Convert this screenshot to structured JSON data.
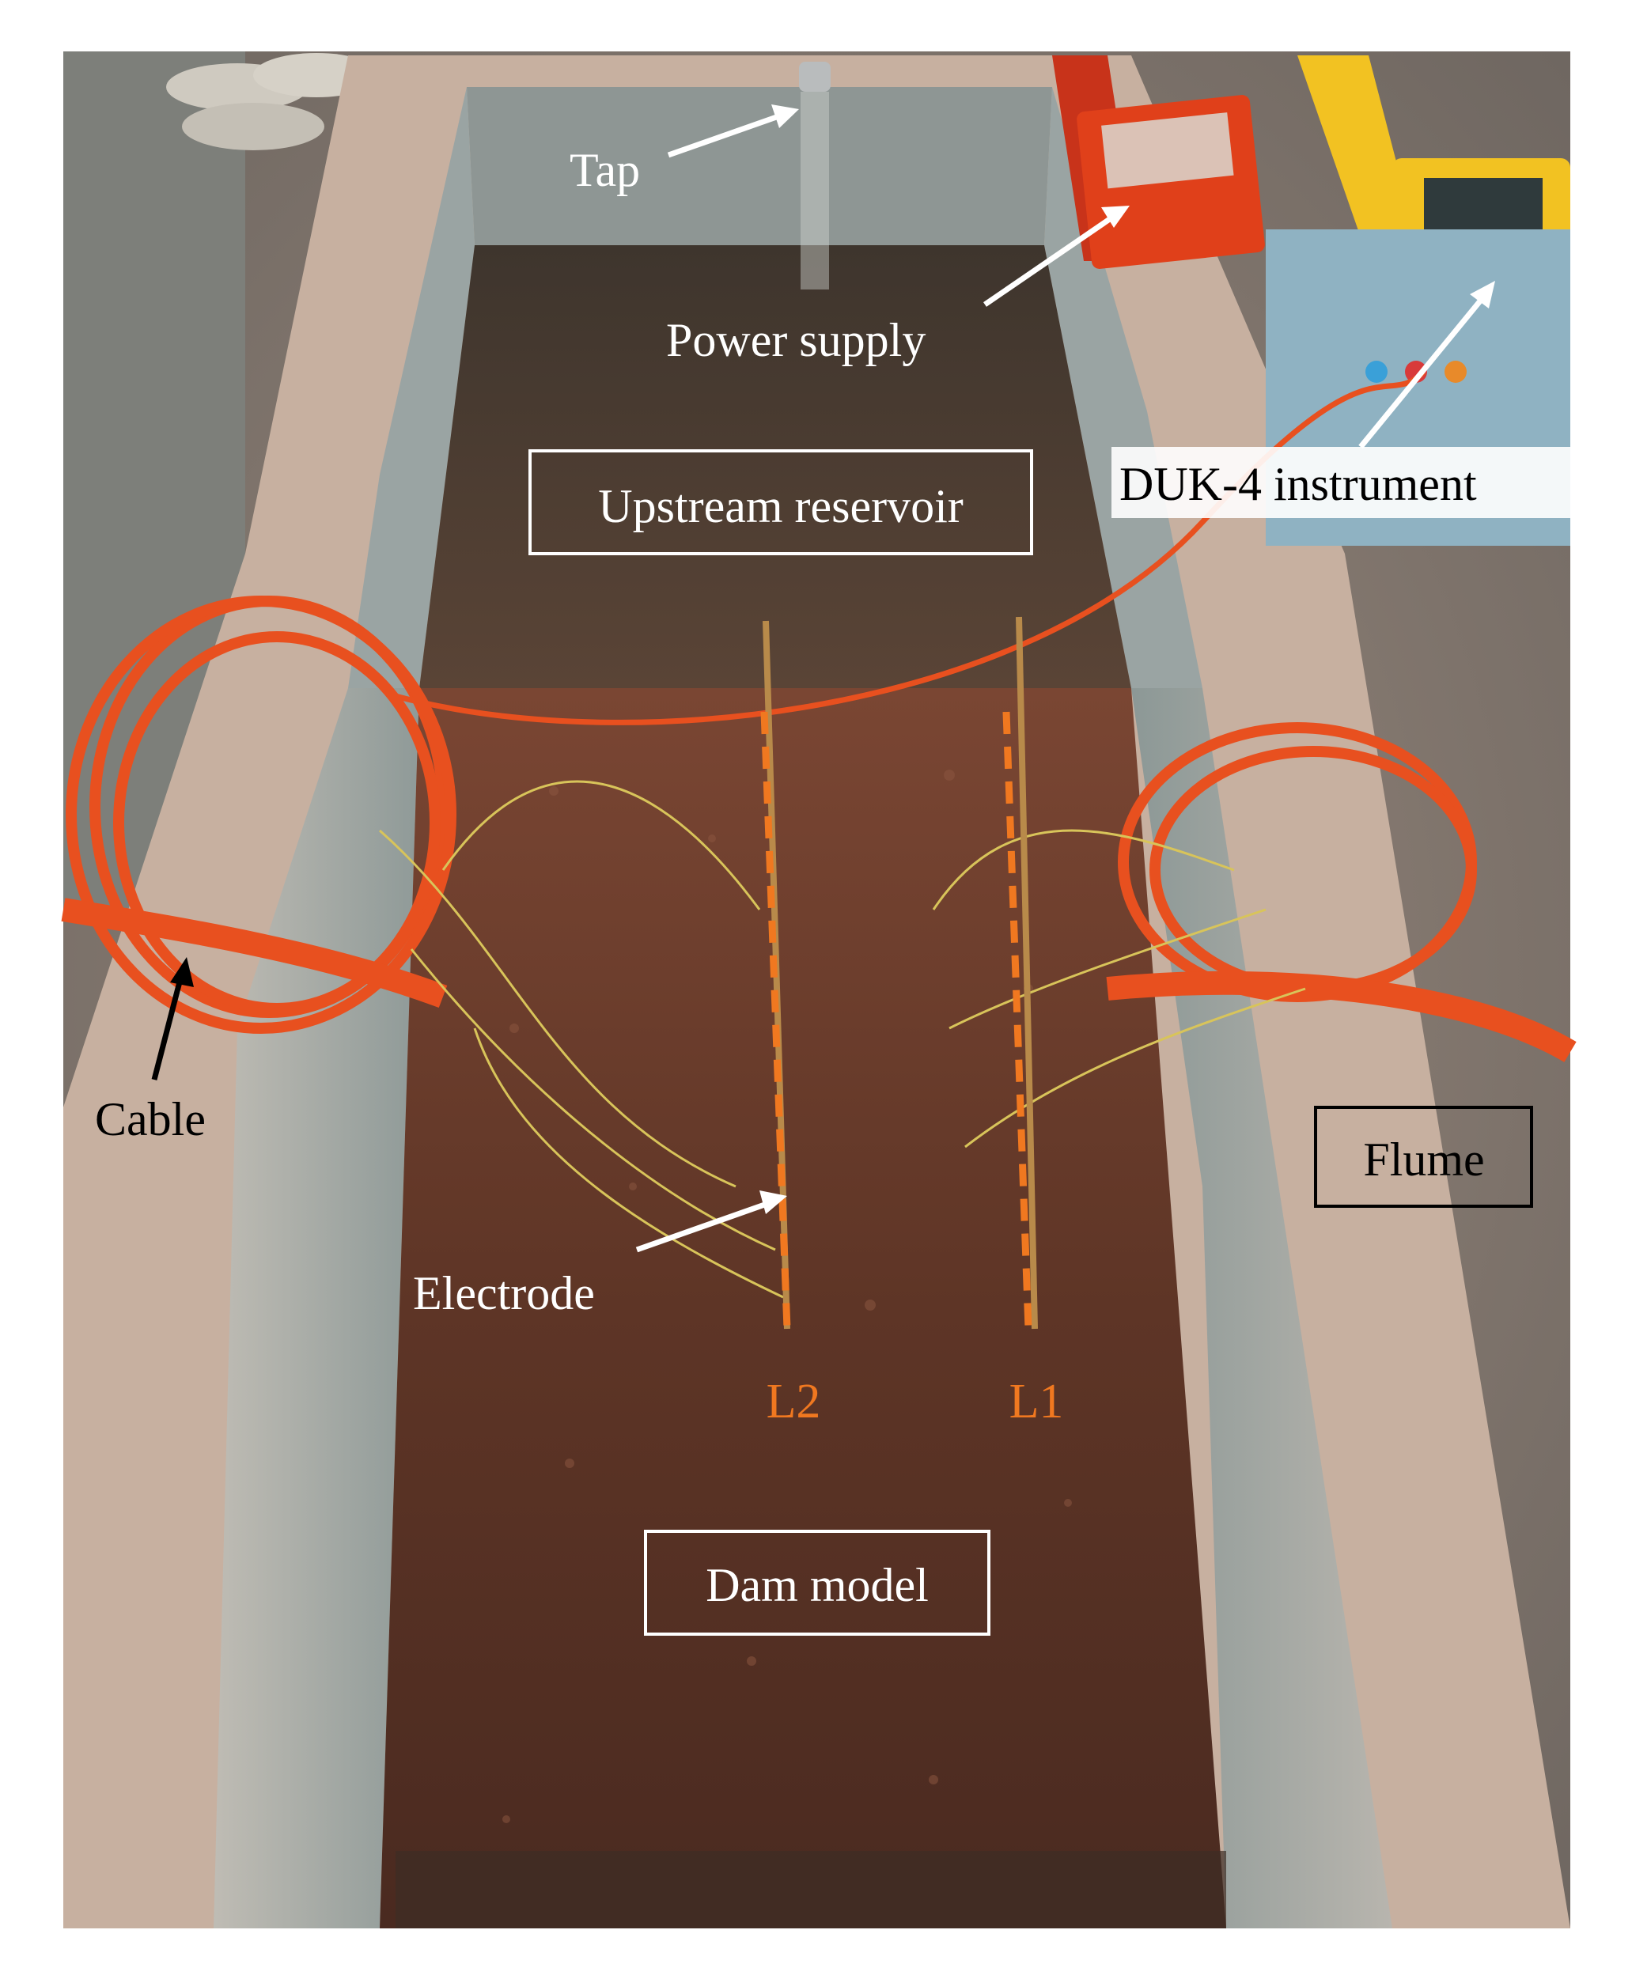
{
  "figure": {
    "labels": {
      "tap": "Tap",
      "power_supply": "Power supply",
      "upstream_reservoir": "Upstream reservoir",
      "duk4_instrument": "DUK-4 instrument",
      "cable": "Cable",
      "flume": "Flume",
      "electrode": "Electrode",
      "line_l2": "L2",
      "line_l1": "L1",
      "dam_model": "Dam model"
    },
    "colors": {
      "concrete": "#c9b3a3",
      "inner_wall": "#9ea9a8",
      "reservoir_water": "#4e3f33",
      "soil": "#6b3d2b",
      "cable_orange": "#e8501f",
      "line_marker": "#f07820",
      "wire_yellow": "#d8c45a",
      "power_case": "#e0401a",
      "duk_case": "#f2c222"
    }
  }
}
